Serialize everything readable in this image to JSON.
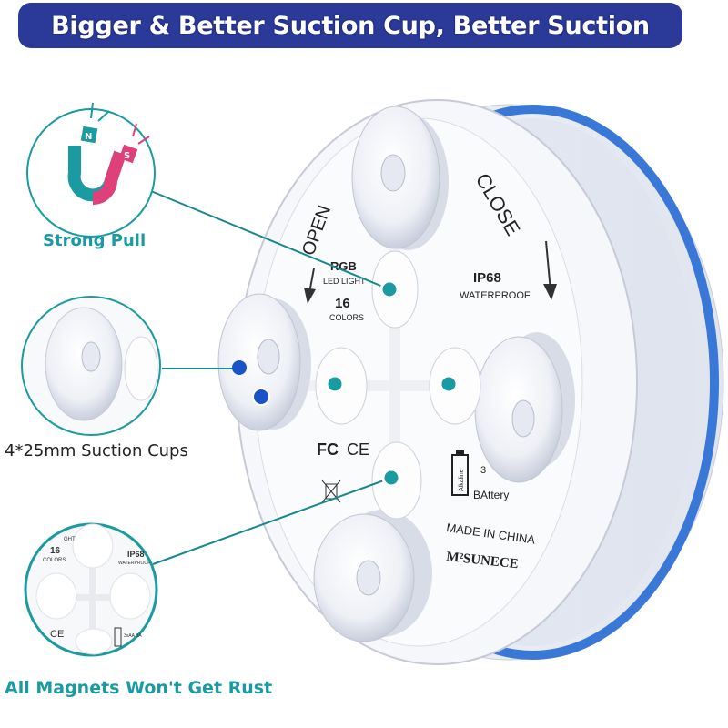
{
  "banner": {
    "title": "Bigger & Better Suction Cup, Better Suction"
  },
  "callouts": [
    {
      "label": "Strong Pull",
      "icon": "magnet-icon",
      "magnet": {
        "north": "N",
        "south": "S"
      }
    },
    {
      "label": "4*25mm Suction Cups",
      "icon": "suction-cup-icon"
    },
    {
      "label": "All Magnets Won't Get Rust",
      "icon": "magnets-closeup-icon",
      "inset_text": {
        "rgb_partial": "GHT",
        "count": "16",
        "colors": "COLORS",
        "rating": "IP68",
        "waterproof": "WATERPROOF",
        "ce": "CE",
        "battery": "3xAA BA"
      }
    }
  ],
  "product": {
    "open": "OPEN",
    "close": "CLOSE",
    "rgb": "RGB",
    "led_light": "LED LIGHT",
    "color_count": "16",
    "colors": "COLORS",
    "rating": "IP68",
    "waterproof": "WATERPROOF",
    "fc": "FC",
    "ce": "CE",
    "battery_type": "Alkaline",
    "battery": "BAttery",
    "battery_count": "3",
    "made_in": "MADE IN  CHINA",
    "brand": "M²SUNECE"
  },
  "colors": {
    "banner": "#2b3a98",
    "teal": "#1a9ba1",
    "magenta": "#e0407a",
    "blue_dot": "#1a52c8",
    "band": "#3a78d8"
  }
}
